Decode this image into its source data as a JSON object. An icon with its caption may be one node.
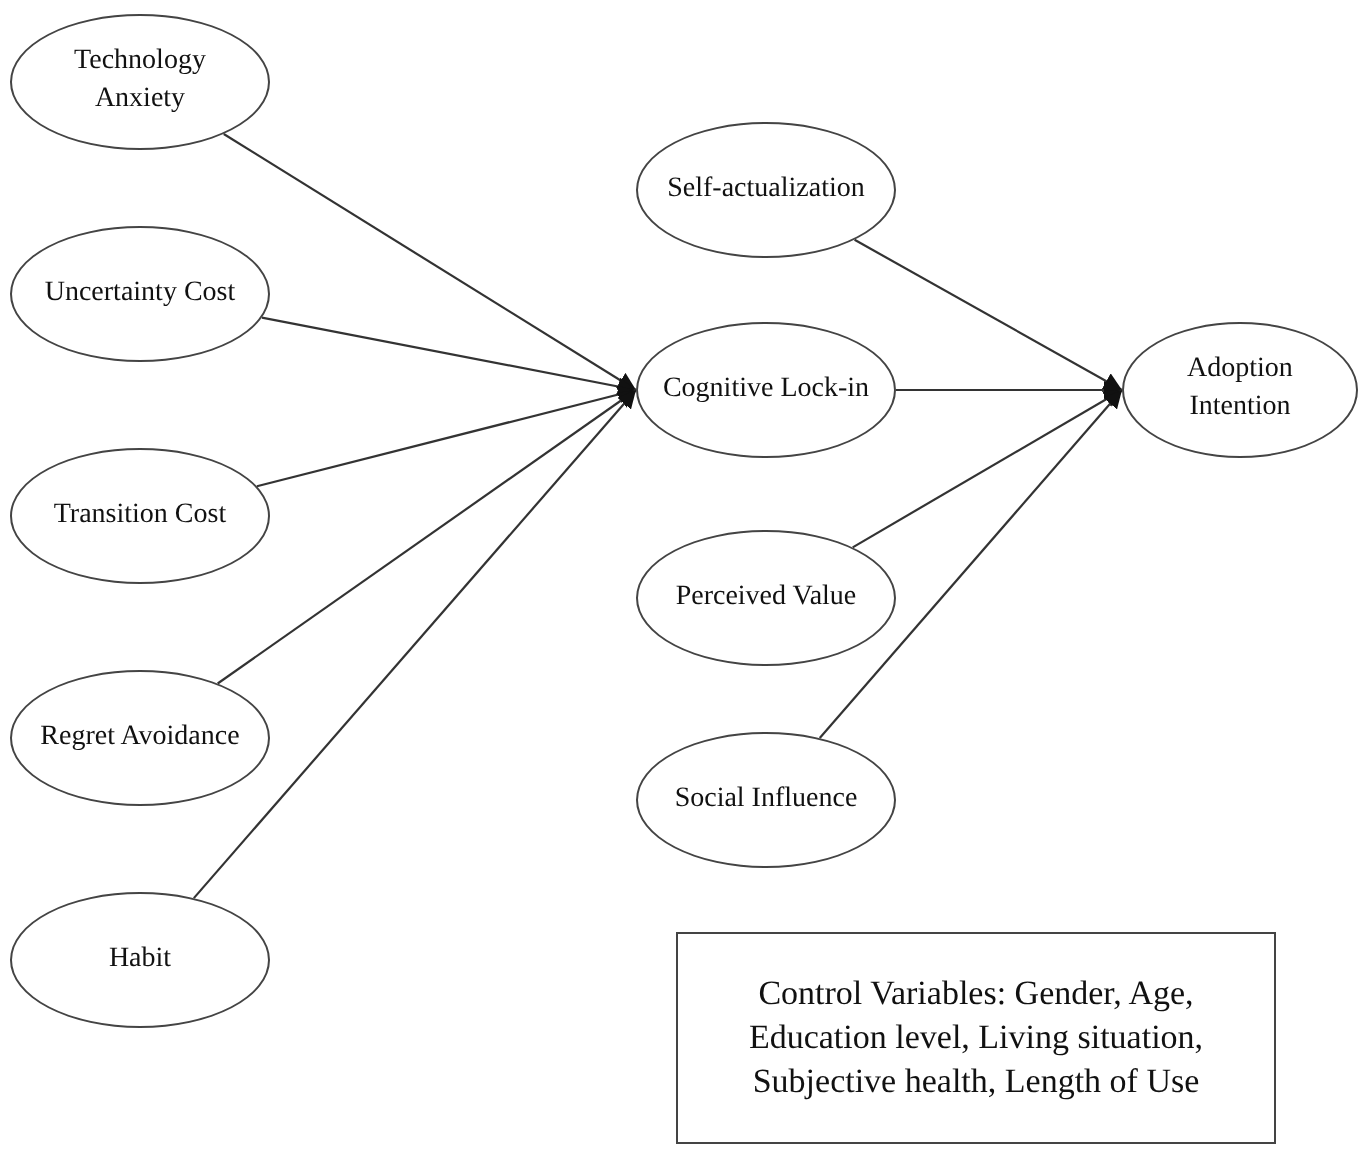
{
  "diagram": {
    "nodes": [
      {
        "text": [
          "Technology Anxiety"
        ]
      },
      {
        "text": [
          "Uncertainty Cost"
        ]
      },
      {
        "text": [
          "Transition Cost"
        ]
      },
      {
        "text": [
          "Regret Avoidance"
        ]
      },
      {
        "text": [
          "Habit"
        ]
      },
      {
        "text": [
          "Self-actualization"
        ]
      },
      {
        "text": [
          "Cognitive Lock-in"
        ]
      },
      {
        "text": [
          "Perceived Value"
        ]
      },
      {
        "text": [
          "Social Influence"
        ]
      },
      {
        "text": [
          "Adoption Intention"
        ]
      },
      {
        "text": [
          "Control Variables: Gender, Age, Education level, Living situation, Subjective health, Length of Use"
        ]
      }
    ],
    "edges": [
      {
        "from": 0,
        "to": 6,
        "arrow": "to"
      },
      {
        "from": 1,
        "to": 6,
        "arrow": "to"
      },
      {
        "from": 2,
        "to": 6,
        "arrow": "to"
      },
      {
        "from": 3,
        "to": 6,
        "arrow": "to"
      },
      {
        "from": 4,
        "to": 6,
        "arrow": "to"
      },
      {
        "from": 5,
        "to": 9,
        "arrow": "to"
      },
      {
        "from": 6,
        "to": 9,
        "arrow": "to"
      },
      {
        "from": 7,
        "to": 9,
        "arrow": "to"
      },
      {
        "from": 8,
        "to": 9,
        "arrow": "to"
      }
    ]
  }
}
